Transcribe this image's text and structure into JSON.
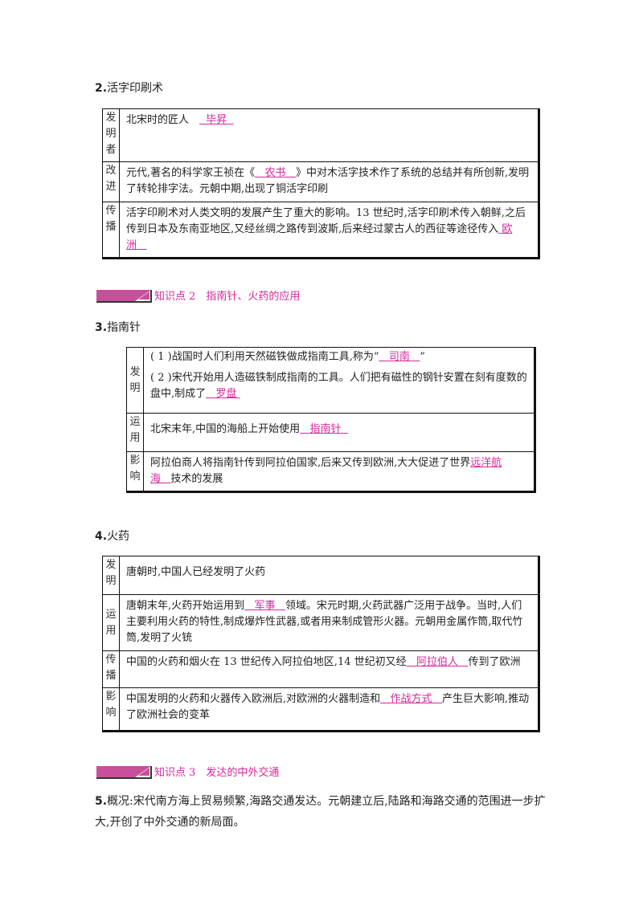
{
  "section2": {
    "num": "2.",
    "title": "活字印刷术",
    "rows": [
      {
        "label": "发明者",
        "before": "北宋时的匠人",
        "answer": "毕昇",
        "after": ""
      },
      {
        "label": "改进",
        "before": "元代,著名的科学家王祯在《",
        "answer": "农书",
        "after": "》中对木活字技术作了系统的总结并有所创新,发明了转轮排字法。元朝中期,出现了铜活字印刷"
      },
      {
        "label": "传播",
        "before": "活字印刷术对人类文明的发展产生了重大的影响。13 世纪时,活字印刷术传入朝鲜,之后传到日本及东南亚地区,又经丝绸之路传到波斯,后来经过蒙古人的西征等途径传入",
        "answer": "欧洲",
        "after": ""
      }
    ]
  },
  "kp2": {
    "label": "知识点 2　指南针、火药的应用"
  },
  "section3": {
    "num": "3.",
    "title": "指南针",
    "rows": [
      {
        "label": "发明",
        "line1_num": "( 1 )",
        "line1_before": "战国时人们利用天然磁铁做成指南工具,称为“",
        "line1_answer": "司南",
        "line1_after": "”",
        "line2_num": "( 2 )",
        "line2_before": "宋代开始用人造磁铁制成指南的工具。人们把有磁性的钢针安置在刻有度数的盘中,制成了",
        "line2_answer": "罗盘",
        "line2_after": ""
      },
      {
        "label": "运用",
        "before": "北宋末年,中国的海船上开始使用",
        "answer": "指南针",
        "after": ""
      },
      {
        "label": "影响",
        "before": "阿拉伯商人将指南针传到阿拉伯国家,后来又传到欧洲,大大促进了世界",
        "answer": "远洋航海",
        "after": "技术的发展"
      }
    ]
  },
  "section4": {
    "num": "4.",
    "title": "火药",
    "rows": [
      {
        "label": "发明",
        "before": "唐朝时,中国人已经发明了火药",
        "answer": "",
        "after": ""
      },
      {
        "label": "运用",
        "before": "唐朝末年,火药开始运用到",
        "answer": "军事",
        "after": "领域。宋元时期,火药武器广泛用于战争。当时,人们主要利用火药的特性,制成爆炸性武器,或者用来制成管形火器。元朝用金属作筒,取代竹筒,发明了火铳"
      },
      {
        "label": "传播",
        "before": "中国的火药和烟火在 13 世纪传入阿拉伯地区,14 世纪初又经",
        "answer": "阿拉伯人",
        "after": "传到了欧洲"
      },
      {
        "label": "影响",
        "before": "中国发明的火药和火器传入欧洲后,对欧洲的火器制造和",
        "answer": "作战方式",
        "after": "产生巨大影响,推动了欧洲社会的变革"
      }
    ]
  },
  "kp3": {
    "label": "知识点 3　发达的中外交通"
  },
  "section5": {
    "num": "5.",
    "text": "概况:宋代南方海上贸易频繁,海路交通发达。元朝建立后,陆路和海路交通的范围进一步扩大,开创了中外交通的新局面。"
  },
  "colors": {
    "accent": "#d6289c",
    "bar": "#c8509a"
  }
}
